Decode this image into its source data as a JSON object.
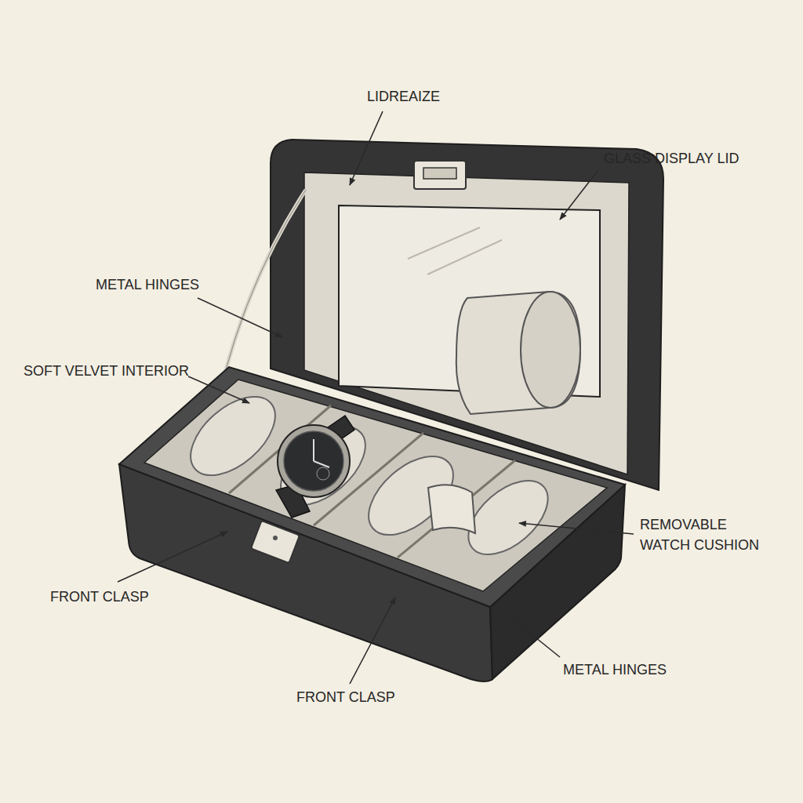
{
  "diagram": {
    "labels": [
      "LIDREAIZE",
      "GLASS DISPLAY LID",
      "METAL HINGES",
      "SOFT VELVET INTERIOR",
      "REMOVABLE WATCH CUSHION",
      "FRONT CLASP",
      "FRONT CLASP",
      "METAL HINGES"
    ]
  }
}
